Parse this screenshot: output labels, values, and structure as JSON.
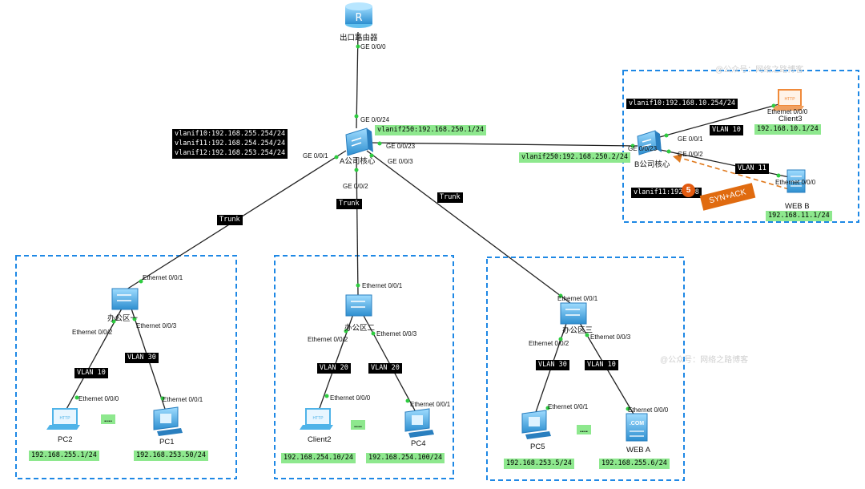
{
  "devices": {
    "router": "出口路由器",
    "core_a": "A公司核心",
    "core_b": "B公司核心",
    "office1": "办公区一",
    "office2": "办公区二",
    "office3": "办公区三",
    "client3": "Client3",
    "web_b": "WEB B",
    "pc2": "PC2",
    "pc1": "PC1",
    "client2": "Client2",
    "pc4": "PC4",
    "pc5": "PC5",
    "web_a": "WEB A"
  },
  "ports": {
    "router_g000": "GE 0/0/0",
    "a_g0024": "GE 0/0/24",
    "a_g001": "GE 0/0/1",
    "a_g0023": "GE 0/0/23",
    "a_g003": "GE 0/0/3",
    "a_g002": "GE 0/0/2",
    "b_g0023": "GE 0/0/23",
    "b_g001": "GE 0/0/1",
    "b_g002": "GE 0/0/2",
    "c3_e000": "Ethernet 0/0/0",
    "wb_e000": "Ethernet 0/0/0",
    "o1_e001": "Ethernet 0/0/1",
    "o1_e002": "Ethernet 0/0/2",
    "o1_e003": "Ethernet 0/0/3",
    "pc2_e000": "Ethernet 0/0/0",
    "pc1_e001": "Ethernet 0/0/1",
    "o2_e001": "Ethernet 0/0/1",
    "o2_e002": "Ethernet 0/0/2",
    "o2_e003": "Ethernet 0/0/3",
    "c2_e000": "Ethernet 0/0/0",
    "pc4_e001": "Ethernet 0/0/1",
    "o3_e001": "Ethernet 0/0/1",
    "o3_e002": "Ethernet 0/0/2",
    "o3_e003": "Ethernet 0/0/3",
    "pc5_e001": "Ethernet 0/0/1",
    "wa_e000": "Ethernet 0/0/0"
  },
  "labels": {
    "a_vlanif10": "vlanif10:192.168.255.254/24",
    "a_vlanif11": "vlanif11:192.168.254.254/24",
    "a_vlanif12": "vlanif12:192.168.253.254/24",
    "a_vlanif250": "vlanif250:192.168.250.1/24",
    "b_vlanif250": "vlanif250:192.168.250.2/24",
    "b_vlanif10": "vlanif10:192.168.10.254/24",
    "b_vlanif11": "vlanif11:192.168",
    "b_vlan10": "VLAN 10",
    "b_vlan11": "VLAN 11",
    "trunk1": "Trunk",
    "trunk2": "Trunk",
    "trunk3": "Trunk",
    "o1_vlan_left": "VLAN 10",
    "o1_vlan_right": "VLAN 30",
    "o2_vlan_left": "VLAN 20",
    "o2_vlan_right": "VLAN 20",
    "o3_vlan_left": "VLAN 30",
    "o3_vlan_right": "VLAN 10",
    "dots": "....",
    "syn_ack": "SYN+ACK",
    "step": "5"
  },
  "ips": {
    "client3": "192.168.10.1/24",
    "web_b": "192.168.11.1/24",
    "pc2": "192.168.255.1/24",
    "pc1": "192.168.253.50/24",
    "client2": "192.168.254.10/24",
    "pc4": "192.168.254.100/24",
    "pc5": "192.168.253.5/24",
    "web_a": "192.168.255.6/24"
  },
  "watermarks": {
    "top": "@公众号：网络之路博客",
    "middle": "@公众号：网络之路博客"
  },
  "colors": {
    "link": "#222222",
    "zone_border": "#1e88e5",
    "device": "#4fb3e8",
    "highlight": "#8ee88e",
    "arrow": "#e07b20"
  }
}
